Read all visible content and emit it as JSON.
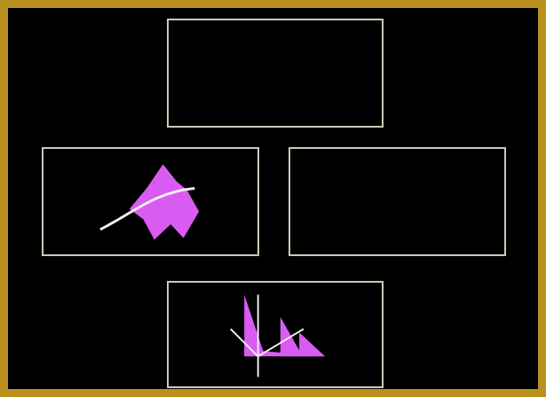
{
  "scene": {
    "colors": {
      "border": "#b8911f",
      "background": "#000000",
      "panel_outline": "#c9cbb8",
      "shape_fill": "#d85cf2",
      "stroke": "#f4eef7"
    },
    "panels": [
      {
        "id": "top",
        "content": "empty"
      },
      {
        "id": "middle-left",
        "content": "magenta-diamond-shape-with-curve"
      },
      {
        "id": "middle-right",
        "content": "empty"
      },
      {
        "id": "bottom",
        "content": "magenta-triangles-with-axes"
      }
    ]
  }
}
